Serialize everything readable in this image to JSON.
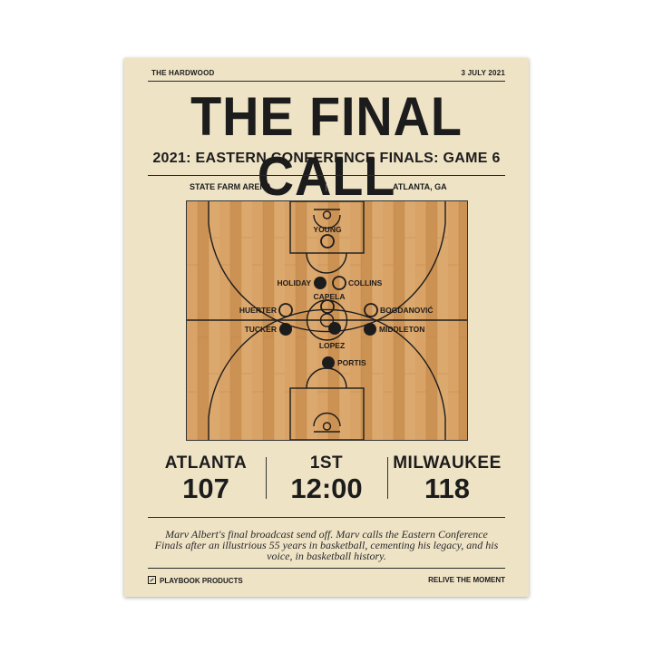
{
  "header": {
    "publisher": "THE HARDWOOD",
    "date": "3 JULY 2021"
  },
  "title": "THE FINAL CALL",
  "subtitle": "2021: EASTERN CONFERENCE FINALS: GAME 6",
  "venue": {
    "arena": "STATE FARM ARENA",
    "city": "ATLANTA, GA"
  },
  "players": [
    {
      "name": "YOUNG",
      "team": "home"
    },
    {
      "name": "HOLIDAY",
      "team": "away"
    },
    {
      "name": "COLLINS",
      "team": "home"
    },
    {
      "name": "CAPELA",
      "team": "home"
    },
    {
      "name": "HUERTER",
      "team": "home"
    },
    {
      "name": "BOGDANOVIĆ",
      "team": "home"
    },
    {
      "name": "TUCKER",
      "team": "away"
    },
    {
      "name": "MIDDLETON",
      "team": "away"
    },
    {
      "name": "LOPEZ",
      "team": "away"
    },
    {
      "name": "PORTIS",
      "team": "away"
    }
  ],
  "score": {
    "home_team": "ATLANTA",
    "home_score": "107",
    "period": "1ST",
    "clock": "12:00",
    "away_team": "MILWAUKEE",
    "away_score": "118"
  },
  "description": "Marv Albert's final broadcast send off. Marv calls the Eastern Conference Finals after an illustrious 55 years in basketball, cementing his legacy, and his voice, in basketball history.",
  "footer": {
    "brand": "PLAYBOOK PRODUCTS",
    "tagline": "RELIVE THE MOMENT"
  },
  "colors": {
    "paper": "#efe3c6",
    "wood": "#d39a5c",
    "ink": "#1c1c1c"
  },
  "icons": {
    "footer": "playbook-logo-icon"
  }
}
